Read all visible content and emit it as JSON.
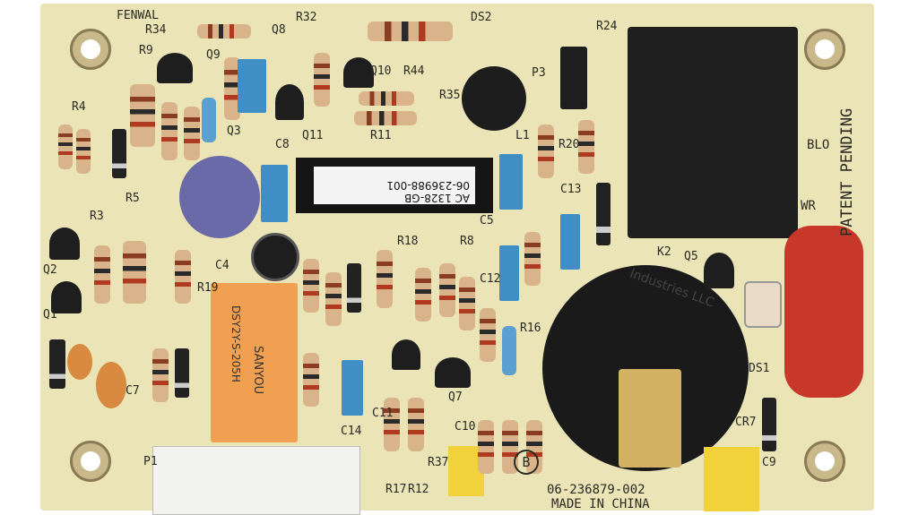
{
  "board": {
    "maker_mark": "FENWAL",
    "patent": "PATENT PENDING",
    "part_number": "06-236879-002",
    "origin": "MADE IN CHINA",
    "revision": "B",
    "colors": {
      "board": "#ebe4b6",
      "relay": "#1e1e1e",
      "sanyou_relay": "#f0a050",
      "red_cap": "#c8382a",
      "blue_cap": "#3f8fc6",
      "yellow_cap": "#f2d23a"
    }
  },
  "ic": {
    "line1": "AC 1328-GB",
    "line2": "06-236988-001"
  },
  "sanyou_relay": {
    "brand": "SANYOU",
    "model": "DSY2Y-S-205H"
  },
  "buzzer": {
    "text": "Industries LLC"
  },
  "silkscreen_labels": [
    "R34",
    "R32",
    "Q8",
    "DS2",
    "R24",
    "R9",
    "Q9",
    "Q10",
    "R44",
    "R35",
    "P3",
    "R4",
    "Q3",
    "C8",
    "Q11",
    "R11",
    "L1",
    "R20",
    "BLO",
    "R3",
    "R5",
    "C5",
    "C13",
    "WR",
    "R18",
    "R8",
    "K2",
    "Q5",
    "Q2",
    "Q1",
    "C4",
    "R19",
    "C12",
    "R16",
    "C7",
    "C14",
    "C11",
    "Q7",
    "C10",
    "R37",
    "R17",
    "R12",
    "C9",
    "P1",
    "CR7",
    "DS1"
  ]
}
